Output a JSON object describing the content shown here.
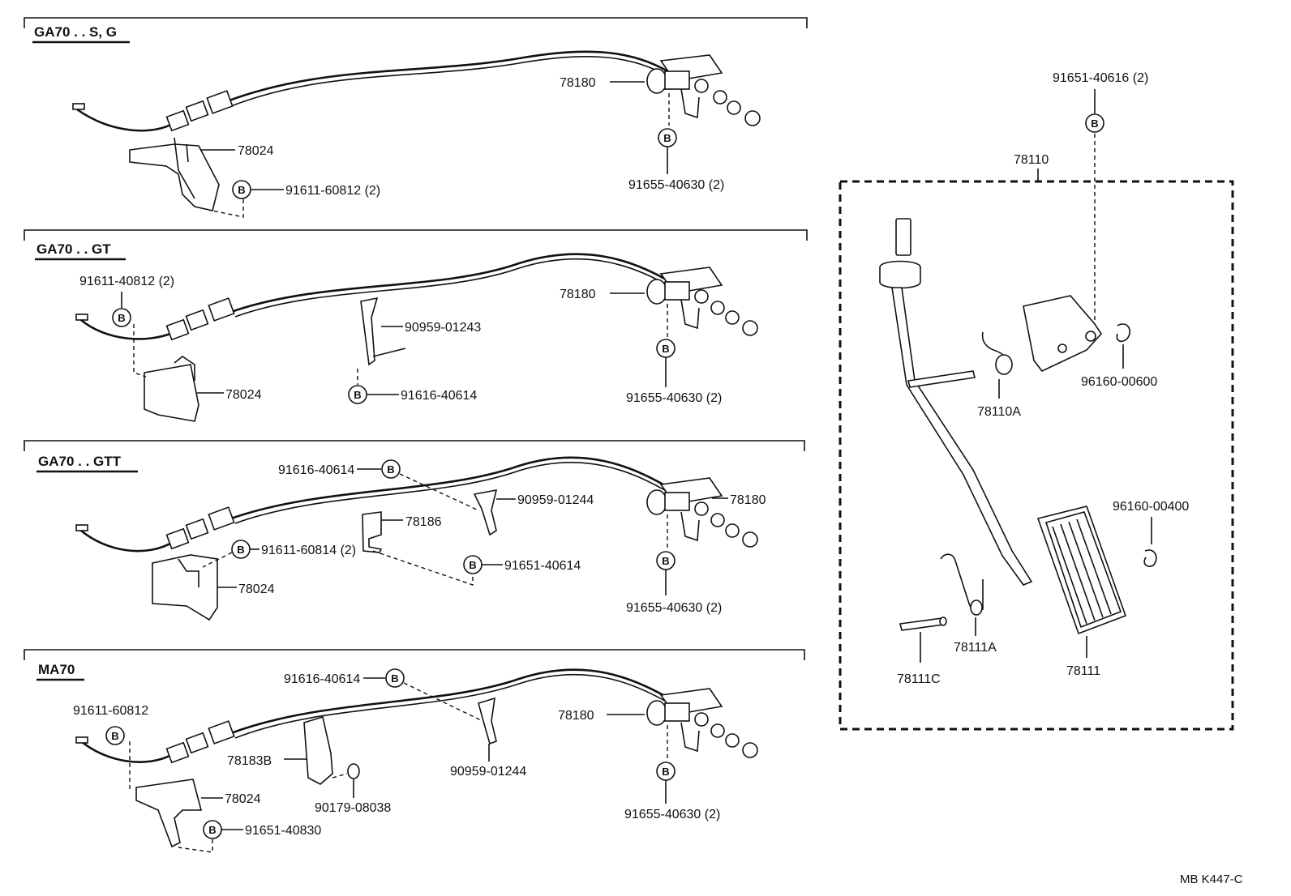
{
  "diagram": {
    "sections": [
      {
        "title": "GA70 . . S, G",
        "labels": {
          "bracket": "78024",
          "bolt_bracket": "91611-60812 (2)",
          "cable": "78180",
          "bolt_cable": "91655-40630 (2)"
        },
        "bolt_marker": "B"
      },
      {
        "title": "GA70 . . GT",
        "labels": {
          "bolt_left": "91611-40812 (2)",
          "bracket": "78024",
          "clamp": "90959-01243",
          "bolt_clamp": "91616-40614",
          "cable": "78180",
          "bolt_cable": "91655-40630 (2)"
        },
        "bolt_marker": "B"
      },
      {
        "title": "GA70 . . GTT",
        "labels": {
          "bolt_top": "91616-40614",
          "clamp": "90959-01244",
          "holder": "78186",
          "bolt_bracket": "91611-60814 (2)",
          "bolt_holder": "91651-40614",
          "bracket": "78024",
          "cable": "78180",
          "bolt_cable": "91655-40630 (2)"
        },
        "bolt_marker": "B"
      },
      {
        "title": "MA70",
        "labels": {
          "bolt_top": "91616-40614",
          "bolt_left": "91611-60812",
          "stay": "78183B",
          "clamp": "90959-01244",
          "collar": "90179-08038",
          "bracket": "78024",
          "bolt_bracket": "91651-40830",
          "cable": "78180",
          "bolt_cable": "91655-40630 (2)"
        },
        "bolt_marker": "B"
      }
    ],
    "pedal": {
      "assembly": "78110",
      "bolt": "91651-40616 (2)",
      "spring": "78110A",
      "clip_upper": "96160-00600",
      "clip_lower": "96160-00400",
      "pad_spring": "78111A",
      "pin": "78111C",
      "pad": "78111",
      "bolt_marker": "B"
    },
    "footer": "MB  K447-C"
  }
}
